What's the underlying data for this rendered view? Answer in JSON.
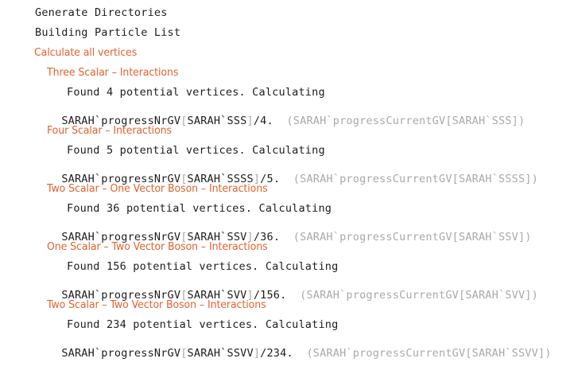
{
  "console": {
    "background_color": "#ffffff",
    "text_color": "#1d1d1d",
    "accent_color": "#E2622F",
    "bracket_color": "#a9a9a9",
    "status_lines": [
      {
        "text": "Generate Directories"
      },
      {
        "text": "Building Particle List"
      }
    ],
    "top_heading": "Calculate all vertices",
    "sections": [
      {
        "heading": "Three Scalar – Interactions",
        "found_text": "Found 4 potential vertices. Calculating",
        "count": "4",
        "progress_symbol": "SARAH`progressNrGV",
        "progress_index": "SARAH`SSS",
        "divider": "/",
        "terminator": ".",
        "current_symbol": "SARAH`progressCurrentGV",
        "current_index": "SARAH`SSS"
      },
      {
        "heading": "Four Scalar – Interactions",
        "found_text": "Found 5 potential vertices. Calculating",
        "count": "5",
        "progress_symbol": "SARAH`progressNrGV",
        "progress_index": "SARAH`SSSS",
        "divider": "/",
        "terminator": ".",
        "current_symbol": "SARAH`progressCurrentGV",
        "current_index": "SARAH`SSSS"
      },
      {
        "heading": "Two Scalar – One Vector Boson – Interactions",
        "found_text": "Found 36 potential vertices. Calculating",
        "count": "36",
        "progress_symbol": "SARAH`progressNrGV",
        "progress_index": "SARAH`SSV",
        "divider": "/",
        "terminator": ".",
        "current_symbol": "SARAH`progressCurrentGV",
        "current_index": "SARAH`SSV"
      },
      {
        "heading": "One Scalar – Two Vector Boson – Interactions",
        "found_text": "Found 156 potential vertices. Calculating",
        "count": "156",
        "progress_symbol": "SARAH`progressNrGV",
        "progress_index": "SARAH`SVV",
        "divider": "/",
        "terminator": ".",
        "current_symbol": "SARAH`progressCurrentGV",
        "current_index": "SARAH`SVV"
      },
      {
        "heading": "Two Scalar – Two Vector Boson – Interactions",
        "found_text": "Found 234 potential vertices. Calculating",
        "count": "234",
        "progress_symbol": "SARAH`progressNrGV",
        "progress_index": "SARAH`SSVV",
        "divider": "/",
        "terminator": ".",
        "current_symbol": "SARAH`progressCurrentGV",
        "current_index": "SARAH`SSVV"
      }
    ],
    "punctuation": {
      "open_bracket": "[",
      "close_bracket": "]",
      "open_paren": "(",
      "close_paren": ")"
    }
  }
}
